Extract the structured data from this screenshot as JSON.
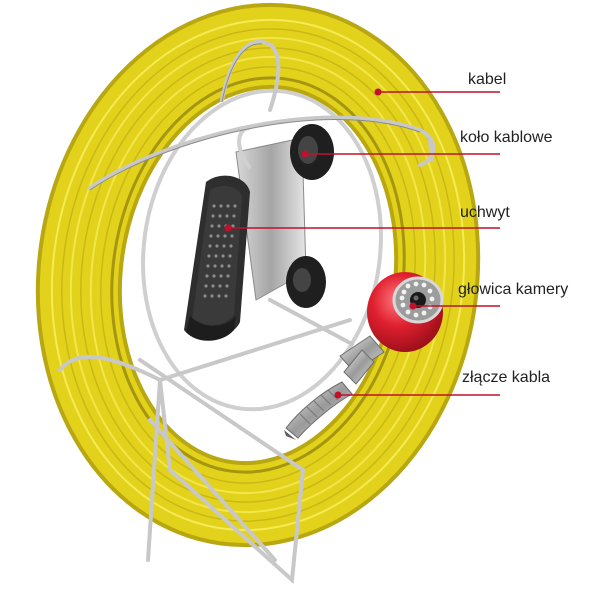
{
  "labels": {
    "cable": "kabel",
    "cable_wheel": "koło kablowe",
    "handle": "uchwyt",
    "camera_head": "głowica kamery",
    "cable_connector": "złącze kabla"
  },
  "colors": {
    "cable": "#e2d21c",
    "leader_line": "#c2102a",
    "camera_head": "#e0202f",
    "handle": "#2e2e2e",
    "frame": "#c8c8c8"
  }
}
